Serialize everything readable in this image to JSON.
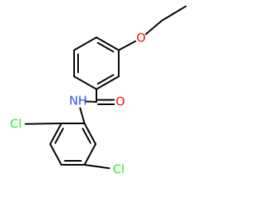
{
  "molecule": {
    "atom_labels": {
      "ether_oxygen": "O",
      "carbonyl_oxygen": "O",
      "amide_nitrogen": "NH",
      "ortho_chlorine": "Cl",
      "meta_chlorine": "Cl"
    },
    "colors": {
      "bond": "#000000",
      "oxygen": "#ff0d0d",
      "nitrogen": "#3050f8",
      "chlorine": "#1ff01f",
      "background": "#ffffff"
    }
  }
}
